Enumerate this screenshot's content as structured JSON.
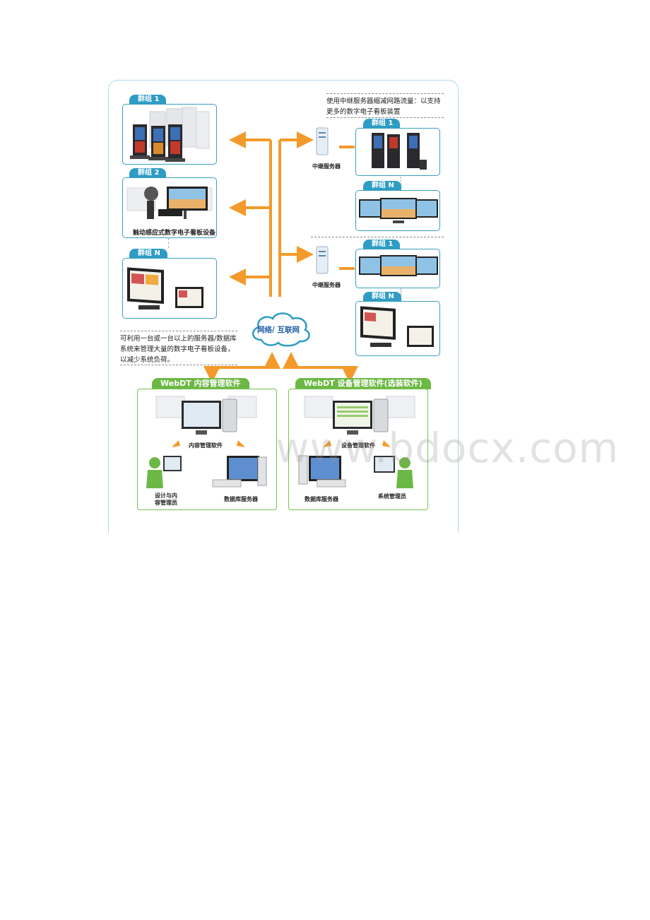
{
  "left_groups": [
    {
      "tab": "群组 1"
    },
    {
      "tab": "群组 2",
      "caption": "触动感应式数字电子看板设备"
    },
    {
      "tab": "群组 N"
    }
  ],
  "right_notes": {
    "top": "使用中继服务器缩减网路流量：以支持更多的数字电子看板装置"
  },
  "relay_label": "中继服务器",
  "right_groups": [
    {
      "tab": "群组 1"
    },
    {
      "tab": "群组 N"
    },
    {
      "tab": "群组 1"
    },
    {
      "tab": "群组 N"
    }
  ],
  "cloud_label": "网络/ 互联网",
  "left_note": "可利用一台或一台以上的服务器/数据库系统来管理大量的数字电子看板设备，以减少系统负荷。",
  "cms": {
    "tab": "WebDT 内容管理软件",
    "center_label": "内容管理软件",
    "person_label": "设计与内容管理员",
    "server_label": "数据库服务器"
  },
  "dms": {
    "tab": "WebDT 设备管理软件(选装软件)",
    "center_label": "设备管理软件",
    "server_label": "数据库服务器",
    "person_label": "系统管理员"
  },
  "watermark": "www.bdocx.com",
  "colors": {
    "arrow": "#f39a2b",
    "tab_blue": "#2e9cc4",
    "green": "#6cb844"
  }
}
